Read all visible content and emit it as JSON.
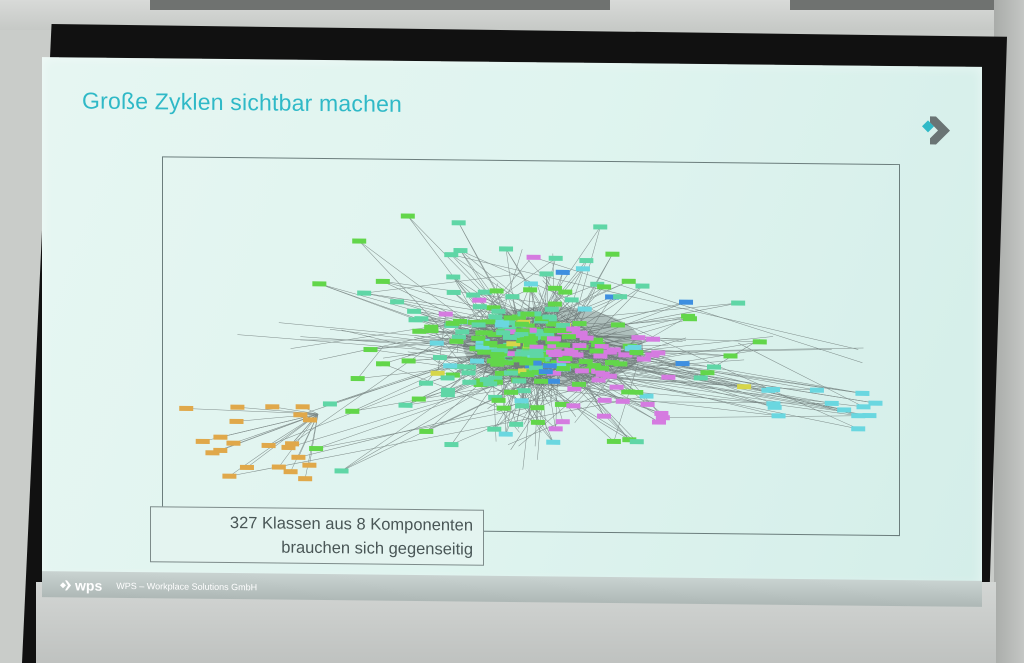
{
  "slide": {
    "title": "Große Zyklen sichtbar machen",
    "caption_line1": "327 Klassen aus 8 Komponenten",
    "caption_line2": "brauchen sich gegenseitig",
    "footer_logo": "wps",
    "footer_company": "WPS – Workplace Solutions GmbH",
    "logo_icon": "wps-diamond-arrow-icon"
  },
  "diagram": {
    "type": "dependency-graph",
    "node_count_label": 327,
    "component_count": 8,
    "colors": {
      "teal": "#5fd6a6",
      "green": "#62d64a",
      "magenta": "#d57be0",
      "orange": "#e0a84a",
      "cyan": "#6ad7e0",
      "blue": "#3e8fe0",
      "yellow": "#d6d64a",
      "edge": "#555f5e"
    }
  },
  "colors": {
    "title": "#2fb9c7",
    "screen_bg": "#e2f5f1",
    "caption_text": "#495656"
  }
}
